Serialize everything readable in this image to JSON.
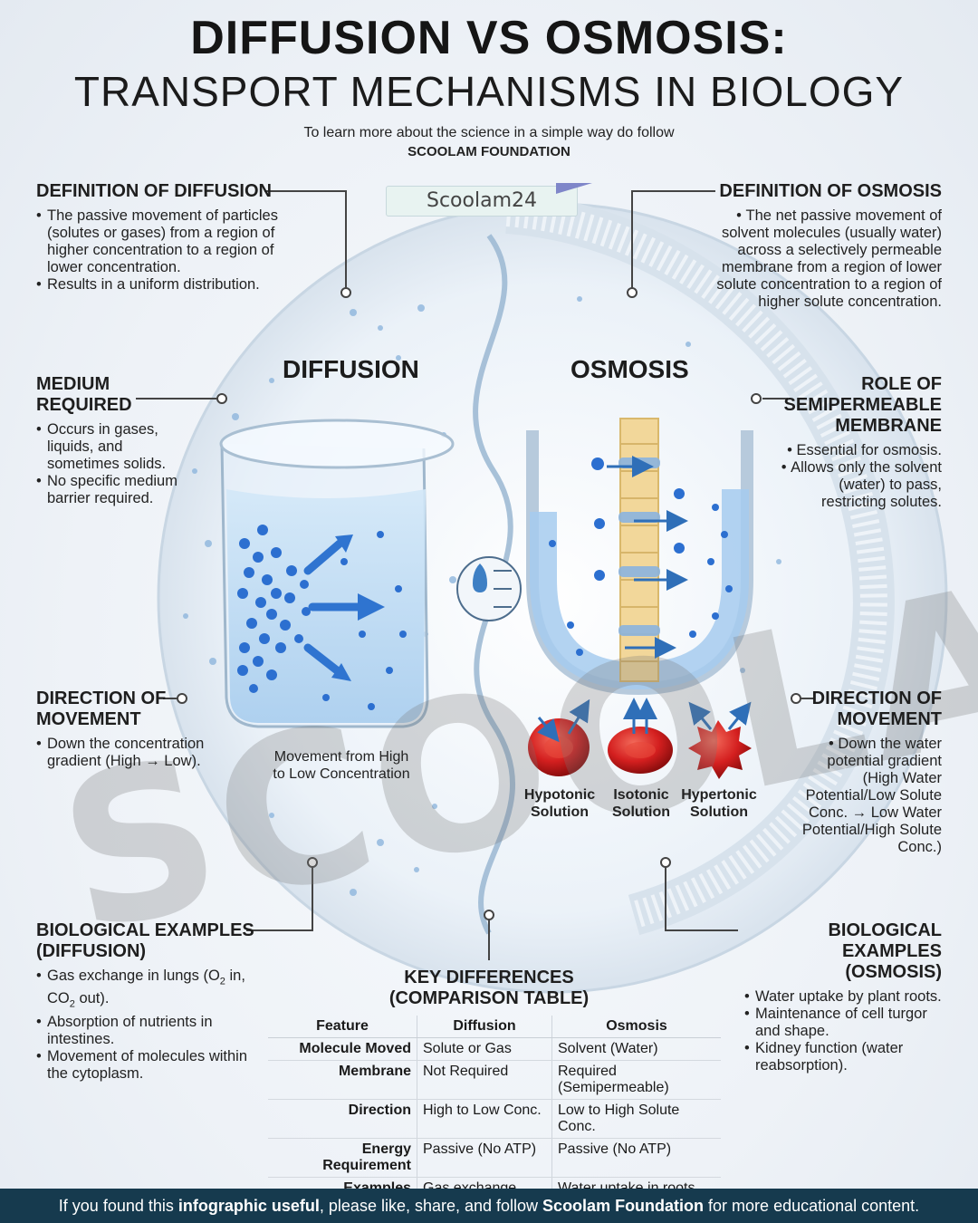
{
  "header": {
    "title_line1": "DIFFUSION VS OSMOSIS:",
    "title_line2": "TRANSPORT MECHANISMS IN BIOLOGY",
    "tagline": "To learn more about the science in a simple way do follow",
    "foundation": "SCOOLAM FOUNDATION"
  },
  "badge": "Scoolam24",
  "watermark": "SCOOLAM",
  "diffusion_definition": {
    "heading": "DEFINITION OF DIFFUSION",
    "bullets": [
      "The passive movement of particles (solutes or gases) from a region of higher concentration to a region of lower concentration.",
      "Results in a uniform distribution."
    ]
  },
  "osmosis_definition": {
    "heading": "DEFINITION OF OSMOSIS",
    "bullets": [
      "The net passive movement of solvent molecules (usually water) across a selectively permeable membrane from a region of lower solute concentration to a region of higher solute concentration."
    ]
  },
  "medium": {
    "heading_line1": "MEDIUM",
    "heading_line2": "REQUIRED",
    "bullets": [
      "Occurs in gases, liquids, and sometimes solids.",
      "No specific medium barrier required."
    ]
  },
  "membrane_role": {
    "heading_line1": "ROLE OF",
    "heading_line2": "SEMIPERMEABLE",
    "heading_line3": "MEMBRANE",
    "bullets": [
      "Essential for osmosis.",
      "Allows only the solvent (water) to pass, restricting solutes."
    ]
  },
  "diffusion_direction": {
    "heading_line1": "DIRECTION OF",
    "heading_line2": "MOVEMENT",
    "bullets": [
      "Down the concentration gradient (High → Low)."
    ]
  },
  "osmosis_direction": {
    "heading_line1": "DIRECTION OF",
    "heading_line2": "MOVEMENT",
    "bullets": [
      "Down the water potential gradient (High Water Potential/Low Solute Conc. → Low Water Potential/High Solute Conc.)"
    ]
  },
  "center": {
    "diffusion_label": "DIFFUSION",
    "osmosis_label": "OSMOSIS",
    "beaker_caption_line1": "Movement from High",
    "beaker_caption_line2": "to Low Concentration",
    "cells": [
      {
        "line1": "Hypotonic",
        "line2": "Solution"
      },
      {
        "line1": "Isotonic",
        "line2": "Solution"
      },
      {
        "line1": "Hypertonic",
        "line2": "Solution"
      }
    ]
  },
  "diffusion_examples": {
    "heading_line1": "BIOLOGICAL EXAMPLES",
    "heading_line2": "(DIFFUSION)",
    "bullet1_a": "Gas exchange in lungs (O",
    "bullet1_b": " in, CO",
    "bullet1_c": " out).",
    "bullets": [
      "Absorption of nutrients in intestines.",
      "Movement of molecules within the cytoplasm."
    ]
  },
  "osmosis_examples": {
    "heading_line1": "BIOLOGICAL EXAMPLES",
    "heading_line2": "(OSMOSIS)",
    "bullets": [
      "Water uptake by plant roots.",
      "Maintenance of cell turgor and shape.",
      "Kidney function (water reabsorption)."
    ]
  },
  "comparison": {
    "heading_line1": "KEY DIFFERENCES",
    "heading_line2": "(COMPARISON TABLE)",
    "columns": [
      "Feature",
      "Diffusion",
      "Osmosis"
    ],
    "rows": [
      [
        "Molecule Moved",
        "Solute or Gas",
        "Solvent (Water)"
      ],
      [
        "Membrane",
        "Not Required",
        "Required (Semipermeable)"
      ],
      [
        "Direction",
        "High to Low Conc.",
        "Low to High Solute Conc."
      ],
      [
        "Energy Requirement",
        "Passive (No ATP)",
        "Passive (No ATP)"
      ],
      [
        "Examples",
        "Gas exchange, Nutrient absorption",
        "Water uptake in roots, Cell turgor"
      ]
    ]
  },
  "footer": {
    "part1": "If you found this ",
    "bold1": "infographic useful",
    "part2": ", please like, share, and follow ",
    "bold2": "Scoolam Foundation",
    "part3": " for more educational content."
  },
  "colors": {
    "accent_blue": "#2f74d0",
    "footer_bg": "#163a4e",
    "cell_red": "#d41f1f"
  },
  "icons": [
    "water-drop-icon",
    "membrane-arrows-icon",
    "connector-dot-icon",
    "arrow-icon"
  ]
}
